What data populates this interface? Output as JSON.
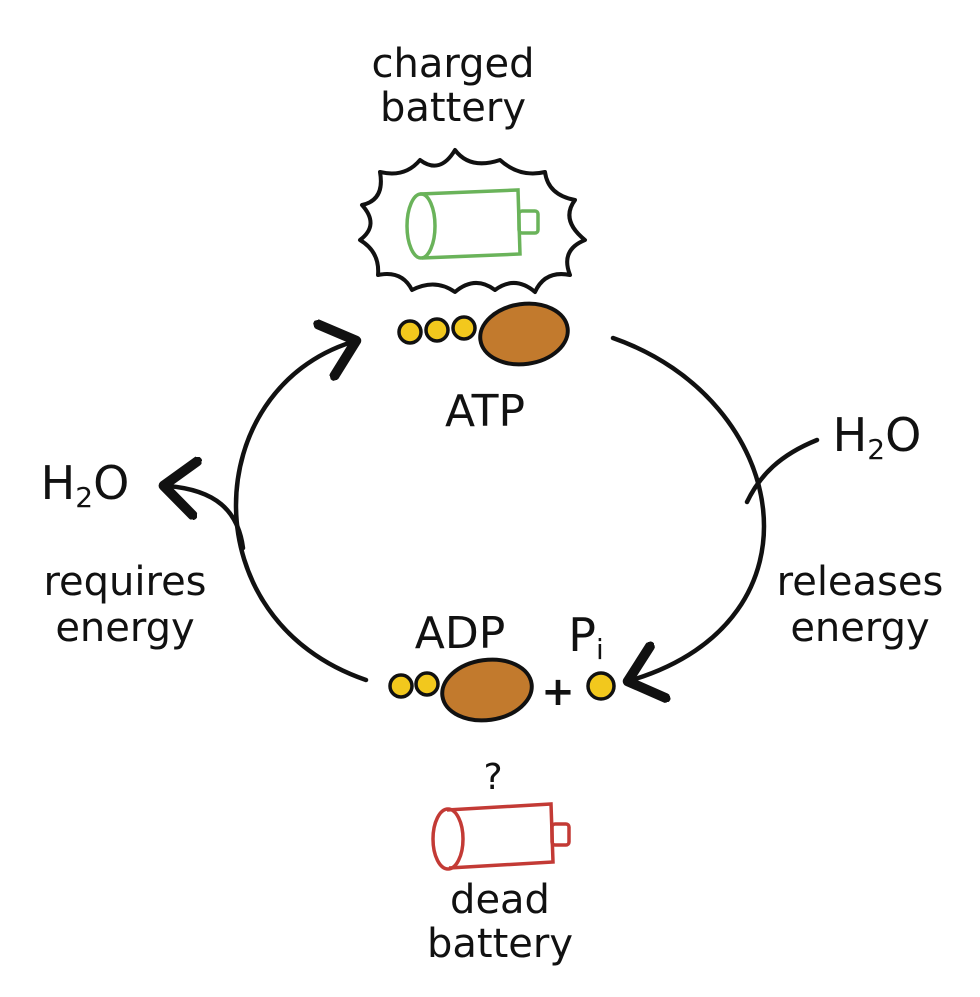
{
  "labels": {
    "charged_battery": [
      "charged",
      "battery"
    ],
    "atp": "ATP",
    "adp": "ADP",
    "pi_main": "P",
    "pi_sub": "i",
    "plus": "+",
    "h2o_right": {
      "main": "H",
      "sub": "2",
      "end": "O"
    },
    "h2o_left": {
      "main": "H",
      "sub": "2",
      "end": "O"
    },
    "requires_energy": [
      "requires",
      "energy"
    ],
    "releases_energy": [
      "releases",
      "energy"
    ],
    "question": "?",
    "dead_battery": [
      "dead",
      "battery"
    ]
  },
  "colors": {
    "ink": "#111111",
    "charged_battery": "#6ab35a",
    "dead_battery": "#c33a35",
    "phosphate": "#f2c81d",
    "adenosine": "#c27a2d"
  },
  "phosphates": {
    "atp": 3,
    "adp": 2,
    "free": 1
  }
}
